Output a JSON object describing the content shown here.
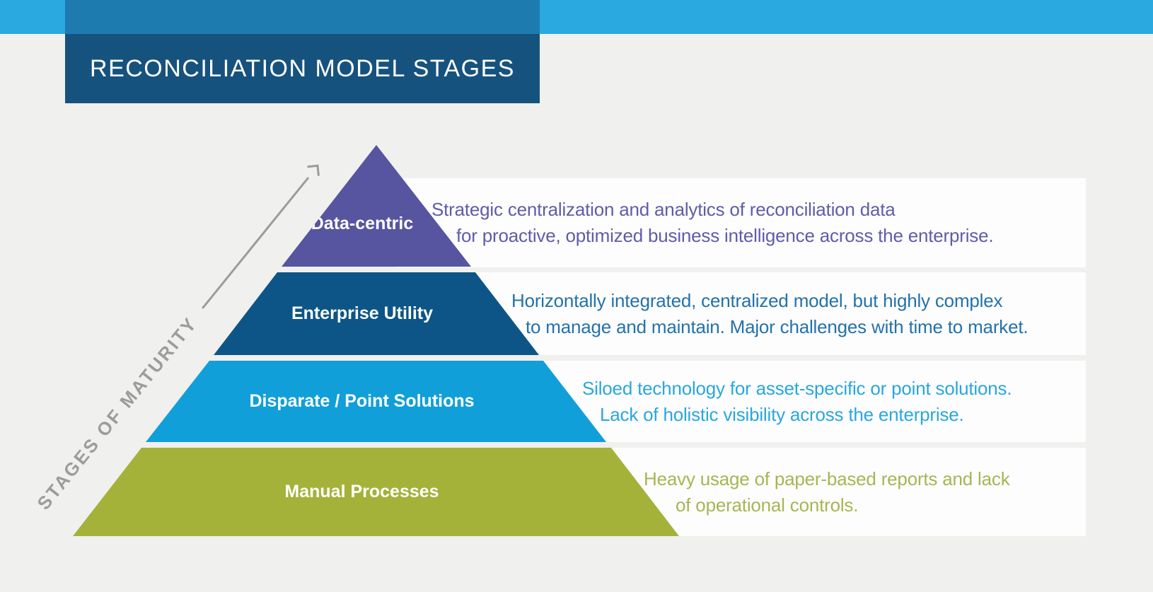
{
  "header": {
    "title": "RECONCILIATION MODEL STAGES"
  },
  "axis": {
    "label": "STAGES OF MATURITY"
  },
  "pyramid": {
    "stages": [
      {
        "label": "Data-centric",
        "color": "#5754a0",
        "text_color": "#5f5caa",
        "description_line1": "Strategic centralization and analytics of reconciliation data",
        "description_line2": "for proactive, optimized business intelligence across the enterprise."
      },
      {
        "label": "Enterprise Utility",
        "color": "#0d5586",
        "text_color": "#2372aa",
        "description_line1": "Horizontally integrated, centralized model, but highly complex",
        "description_line2": "to manage and maintain. Major challenges with time to market."
      },
      {
        "label": "Disparate / Point Solutions",
        "color": "#119fd9",
        "text_color": "#2aa7dc",
        "description_line1": "Siloed technology for asset-specific or point solutions.",
        "description_line2": "Lack of holistic visibility across the enterprise."
      },
      {
        "label": "Manual Processes",
        "color": "#a4b23a",
        "text_color": "#a8b553",
        "description_line1": "Heavy usage of paper-based reports and lack",
        "description_line2": "of operational controls."
      }
    ]
  },
  "colors": {
    "top_bar": "#29a9e0",
    "top_bar_overlap": "#1e7bb0",
    "header_box": "#16527e",
    "background": "#f0f0ef",
    "band_background": "#fdfdfe",
    "axis_gray": "#9c9c9c"
  }
}
